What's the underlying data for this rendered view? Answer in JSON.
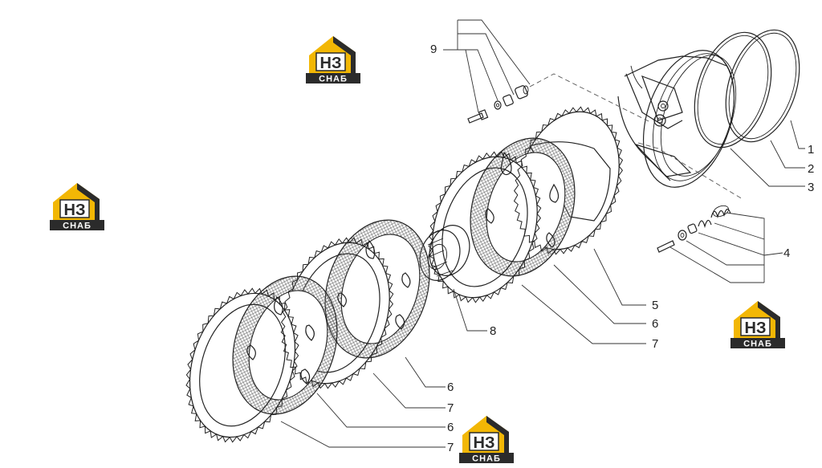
{
  "logo": {
    "top_text": "НЗ",
    "bottom_text": "СНАБ",
    "brand_color": "#f2b705",
    "dark_color": "#2b2b2b"
  },
  "callouts": {
    "c1": "1",
    "c2": "2",
    "c3": "3",
    "c4": "4",
    "c5": "5",
    "c6a": "6",
    "c7a": "7",
    "c8": "8",
    "c6b": "6",
    "c7b": "7",
    "c6c": "6",
    "c7c": "7",
    "c9": "9"
  }
}
